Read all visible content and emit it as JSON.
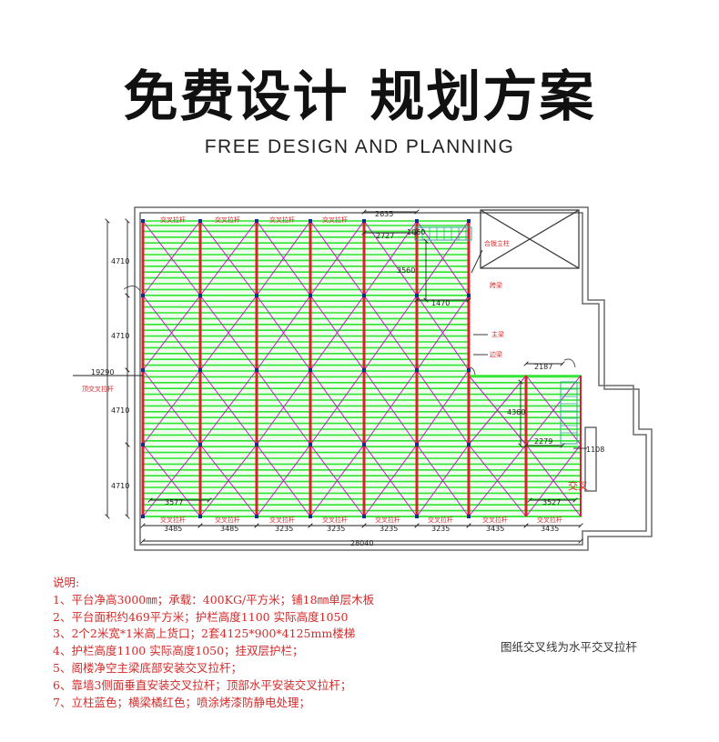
{
  "header": {
    "title": "免费设计 规划方案",
    "subtitle": "FREE DESIGN AND PLANNING"
  },
  "plan": {
    "top_dims": [
      "2635",
      "2727",
      "1060",
      "3560",
      "1470"
    ],
    "left_dims": [
      "4710",
      "4710",
      "4710",
      "4710"
    ],
    "total_height": "19290",
    "bottom_dims": [
      "3485",
      "3485",
      "3235",
      "3235",
      "3235",
      "3235",
      "3435",
      "3435"
    ],
    "total_width": "28040",
    "inner_dims": [
      "3577",
      "3527"
    ],
    "right_dims": [
      "2187",
      "4360",
      "2279",
      "1108"
    ],
    "labels": {
      "cross_brace": "交叉拉杆",
      "side_cross_brace": "顶交叉拉杆",
      "stair_column": "合拢立柱",
      "cross_beam": "跨梁",
      "main_beam": "主梁",
      "edge_beam": "边梁",
      "cross": "交叉"
    },
    "colors": {
      "deck": "#2fe52f",
      "beam": "#d9232a",
      "brace": "#c21cc9",
      "dimension": "#222222",
      "building": "#6b6b6b"
    }
  },
  "notes": {
    "heading": "说明:",
    "items": [
      "1、平台净高3000㎜；承载：400KG/平方米；铺18㎜单层木板",
      "2、平台面积约469平方米；护栏高度1100   实际高度1050",
      "3、2个2米宽*1米高上货口；2套4125*900*4125mm楼梯",
      "4、护栏高度1100   实际高度1050；挂双层护栏；",
      "5、阁楼净空主梁底部安装交叉拉杆；",
      "6、靠墙3侧面垂直安装交叉拉杆；顶部水平安装交叉拉杆；",
      "7、立柱蓝色；横梁橘红色；喷涂烤漆防静电处理；"
    ],
    "side_note": "图纸交叉线为水平交叉拉杆"
  }
}
